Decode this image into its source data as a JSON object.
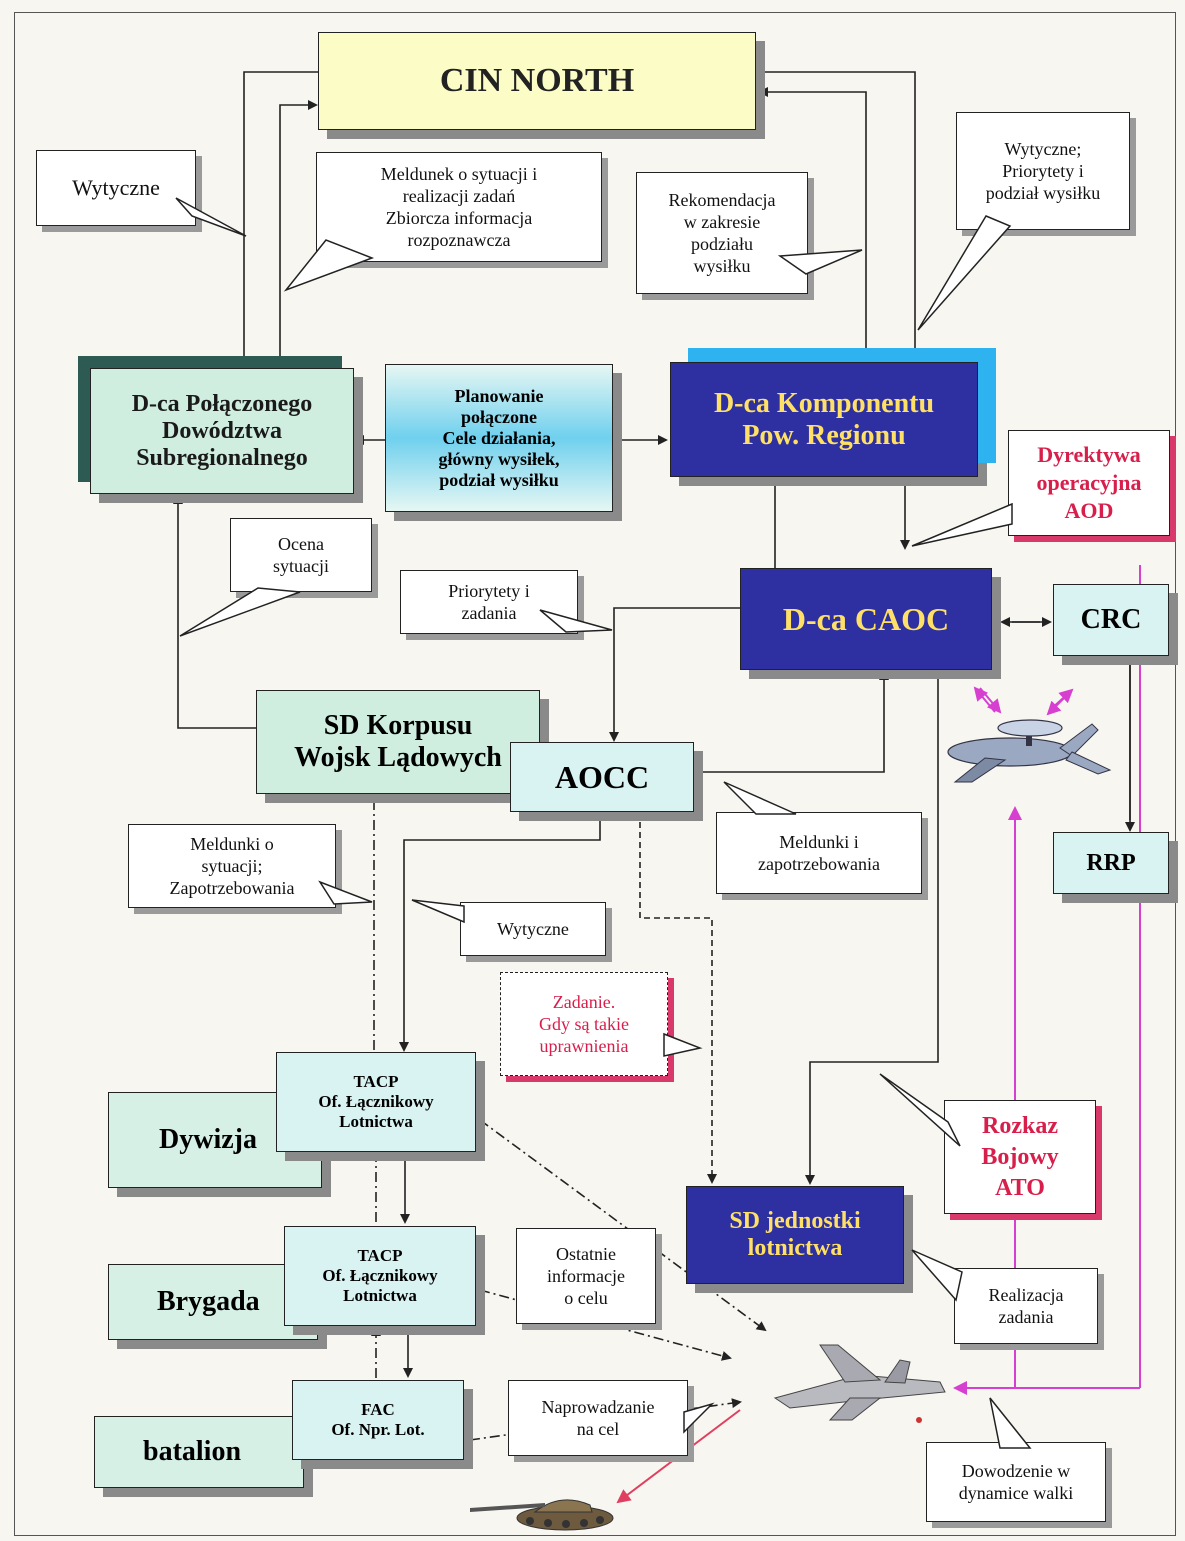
{
  "top": {
    "title": "CIN NORTH"
  },
  "commanders": {
    "joint_subregional": [
      "D-ca Połączonego",
      "Dowództwa",
      "Subregionalnego"
    ],
    "planning": [
      "Planowanie",
      "połączone",
      "Cele działania,",
      "główny wysiłek,",
      "podział wysiłku"
    ],
    "air_component": [
      "D-ca Komponentu",
      "Pow. Regionu"
    ],
    "caoc": "D-ca CAOC",
    "crc": "CRC",
    "rrp": "RRP",
    "corps": [
      "SD Korpusu",
      "Wojsk Lądowych"
    ],
    "aocc": "AOCC",
    "air_unit": [
      "SD jednostki",
      "lotnictwa"
    ]
  },
  "land_units": {
    "division": "Dywizja",
    "brigade": "Brygada",
    "battalion": "batalion"
  },
  "liaison": {
    "tacp_division": [
      "TACP",
      "Of. Łącznikowy",
      "Lotnictwa"
    ],
    "tacp_brigade": [
      "TACP",
      "Of. Łącznikowy",
      "Lotnictwa"
    ],
    "fac": [
      "FAC",
      "Of. Npr. Lot."
    ]
  },
  "callouts": {
    "wytyczne_top": "Wytyczne",
    "meldunek": [
      "Meldunek o sytuacji i",
      "realizacji zadań",
      "Zbiorcza informacja",
      "rozpoznawcza"
    ],
    "rekomendacja": [
      "Rekomendacja",
      "w zakresie",
      "podziału",
      "wysiłku"
    ],
    "wytyczne_priorytety": [
      "Wytyczne;",
      "Priorytety i",
      "podział wysiłku"
    ],
    "dyrektywa": [
      "Dyrektywa",
      "operacyjna",
      "AOD"
    ],
    "ocena": [
      "Ocena",
      "sytuacji"
    ],
    "priorytety_zadania": [
      "Priorytety i",
      "zadania"
    ],
    "meldunki_zapotrzebowania": [
      "Meldunki i",
      "zapotrzebowania"
    ],
    "meldunki_sytuacji": [
      "Meldunki o",
      "sytuacji;",
      "Zapotrzebowania"
    ],
    "wytyczne_mid": "Wytyczne",
    "zadanie": [
      "Zadanie.",
      "Gdy są takie",
      "uprawnienia"
    ],
    "rozkaz": [
      "Rozkaz",
      "Bojowy",
      "ATO"
    ],
    "ostatnie": [
      "Ostatnie",
      "informacje",
      "o celu"
    ],
    "realizacja": [
      "Realizacja",
      "zadania"
    ],
    "naprowadzanie": [
      "Naprowadzanie",
      "na cel"
    ],
    "dowodzenie": [
      "Dowodzenie w",
      "dynamice walki"
    ]
  },
  "colors": {
    "blue_box": "#2e2fa0",
    "blue_text": "#ffe066",
    "green_box": "#cfeee0",
    "red_text": "#d81e4a",
    "magenta_link": "#d63fd0"
  }
}
